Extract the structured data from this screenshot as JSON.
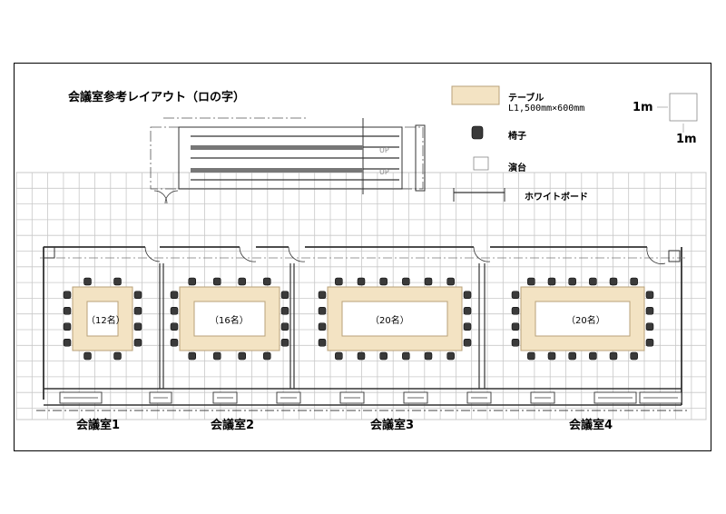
{
  "title": "会議室参考レイアウト（ロの字）",
  "legend": {
    "table_label": "テーブル",
    "table_size": "L1,500mm×600mm",
    "chair_label": "椅子",
    "stage_label": "演台",
    "whiteboard_label": "ホワイトボード",
    "scale_top": "1m",
    "scale_bottom": "1m"
  },
  "stairs": {
    "up_label": "UP"
  },
  "rooms": [
    {
      "name": "会議室1",
      "capacity": "（12名）"
    },
    {
      "name": "会議室2",
      "capacity": "（16名）"
    },
    {
      "name": "会議室3",
      "capacity": "（20名）"
    },
    {
      "name": "会議室4",
      "capacity": "（20名）"
    }
  ],
  "colors": {
    "table": "#f3e3c3",
    "table_edge": "#b8a27a",
    "chair": "#3a3a3a",
    "grid": "#c8c8c8",
    "wall": "#333333"
  }
}
